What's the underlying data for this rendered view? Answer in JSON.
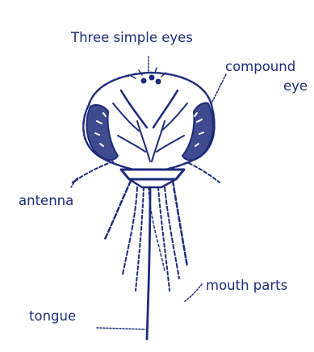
{
  "colors": {
    "ink": "#1d2b7a",
    "background": "#ffffff"
  },
  "labels": {
    "simple_eyes": "Three simple eyes",
    "compound_eye_line1": "compound",
    "compound_eye_line2": "eye",
    "antenna": "antenna",
    "mouth_parts": "mouth parts",
    "tongue": "tongue"
  }
}
